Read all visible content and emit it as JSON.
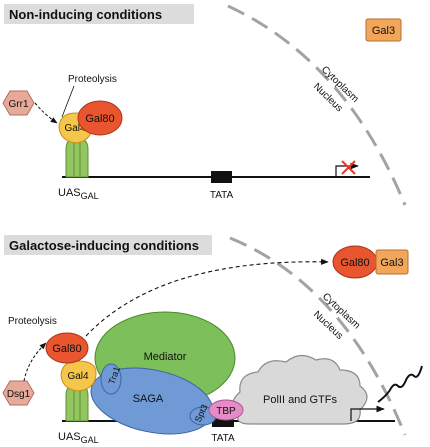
{
  "panels": {
    "top": {
      "title": "Non-inducing conditions",
      "proteolysis": "Proteolysis",
      "grr1": "Grr1",
      "gal4": "Gal4",
      "gal80": "Gal80",
      "gal3": "Gal3",
      "cytoplasm": "Cytoplasm",
      "nucleus": "Nucleus",
      "uas_main": "UAS",
      "uas_sub": "GAL",
      "tata": "TATA"
    },
    "bottom": {
      "title": "Galactose-inducing conditions",
      "proteolysis": "Proteolysis",
      "dsg1": "Dsg1",
      "gal4": "Gal4",
      "gal80": "Gal80",
      "complex_gal80": "Gal80",
      "complex_gal3": "Gal3",
      "cytoplasm": "Cytoplasm",
      "nucleus": "Nucleus",
      "mediator": "Mediator",
      "saga": "SAGA",
      "tra1": "Tra1",
      "spt3": "Spt3",
      "tbp": "TBP",
      "pol2": "PolII and GTFs",
      "uas_main": "UAS",
      "uas_sub": "GAL",
      "tata": "TATA"
    }
  },
  "colors": {
    "header_bg": "#dcdcdc",
    "gal80": "#e8552f",
    "gal4": "#f6c64a",
    "gal3": "#f2a65a",
    "hexagon": "#e6a99a",
    "uas_green": "#93c560",
    "mediator": "#7dbf5a",
    "saga": "#6f9ad6",
    "tbp": "#e58bc8",
    "cloud": "#d9d9d9",
    "repress_x": "#e23b2e"
  }
}
